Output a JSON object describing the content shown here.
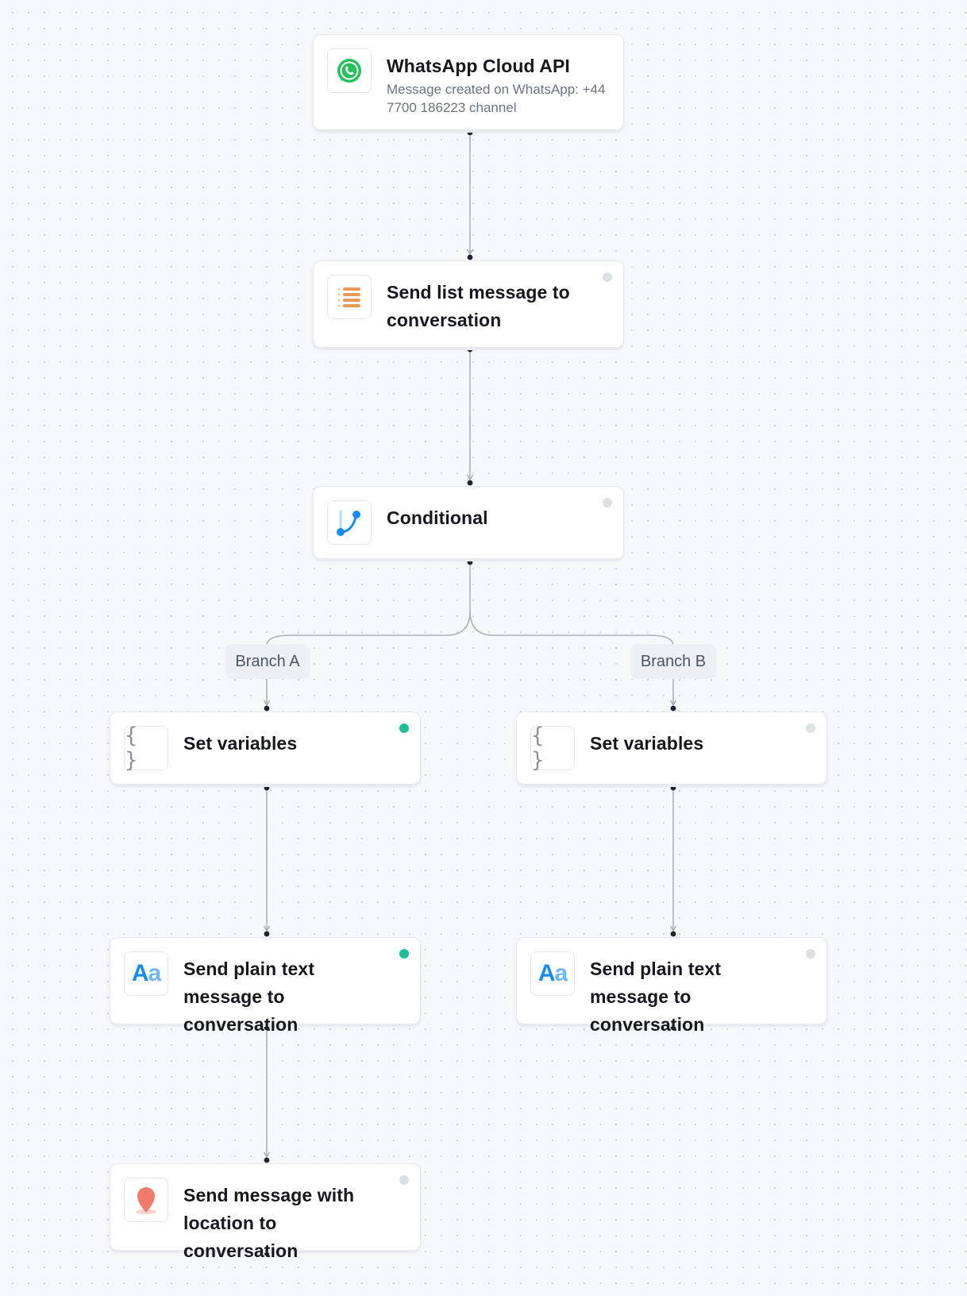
{
  "canvas": {
    "nodes": [
      {
        "id": "whatsapp",
        "title": "WhatsApp Cloud API",
        "subtitle": "Message created on WhatsApp: +44 7700 186223 channel",
        "icon": "whatsapp-icon",
        "status": "none"
      },
      {
        "id": "list",
        "title": "Send list message to conversation",
        "icon": "list-icon",
        "status": "idle"
      },
      {
        "id": "conditional",
        "title": "Conditional",
        "icon": "branch-icon",
        "status": "idle"
      },
      {
        "id": "setvars_a",
        "title": "Set variables",
        "icon": "braces-icon",
        "status": "active"
      },
      {
        "id": "setvars_b",
        "title": "Set variables",
        "icon": "braces-icon",
        "status": "idle"
      },
      {
        "id": "plain_a",
        "title": "Send plain text message to conversation",
        "icon": "text-format-icon",
        "status": "active"
      },
      {
        "id": "plain_b",
        "title": "Send plain text message to conversation",
        "icon": "text-format-icon",
        "status": "idle"
      },
      {
        "id": "location_a",
        "title": "Send message with location to conversation",
        "icon": "location-pin-icon",
        "status": "idle"
      }
    ],
    "branches": [
      {
        "label": "Branch A"
      },
      {
        "label": "Branch B"
      }
    ],
    "icon_text": {
      "text_format_upper": "A",
      "text_format_lower": "a",
      "braces": "{ }"
    },
    "colors": {
      "status_active": "#1dbf9a",
      "status_idle": "#dde0e5",
      "whatsapp_green": "#25c05a",
      "list_orange": "#e59a55",
      "branch_blue": "#1a8cf0",
      "location_red": "#f07b6b",
      "edge": "#a9aeb6",
      "port": "#1f2430"
    }
  }
}
